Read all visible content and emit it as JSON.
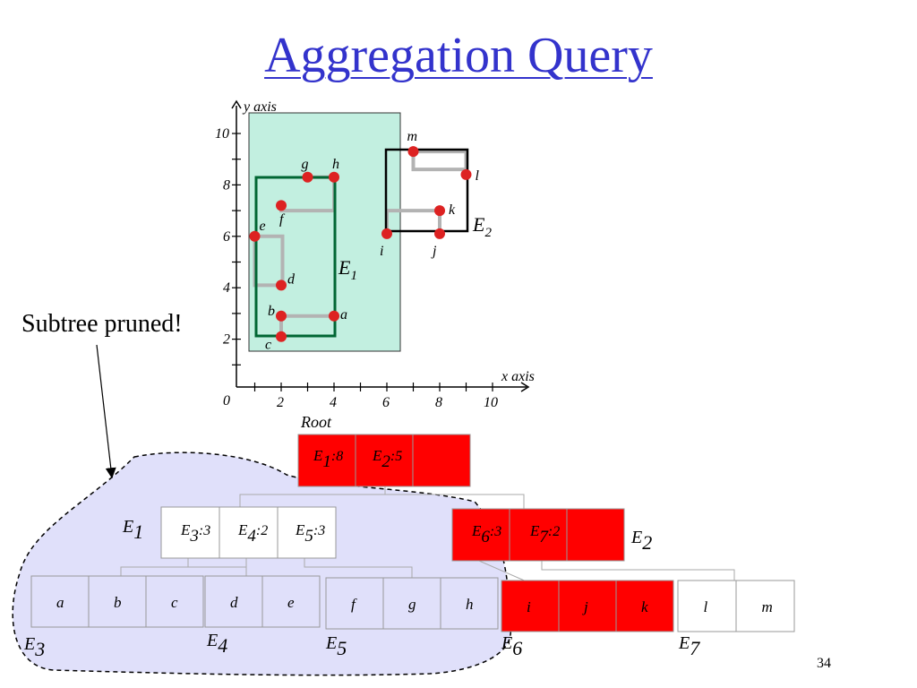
{
  "slide": {
    "title": "Aggregation Query",
    "annotation": "Subtree pruned!",
    "page_number": "34"
  },
  "plot": {
    "x_axis_label": "x axis",
    "y_axis_label": "y axis",
    "origin_label": "0",
    "x_ticks": [
      "2",
      "4",
      "6",
      "8",
      "10"
    ],
    "y_ticks": [
      "2",
      "4",
      "6",
      "8",
      "10"
    ],
    "query_region_color": "#c2efe0",
    "point_color": "#dd2222",
    "points": [
      {
        "label": "a",
        "x": 4.0,
        "y": 2.9
      },
      {
        "label": "b",
        "x": 2.0,
        "y": 2.9
      },
      {
        "label": "c",
        "x": 2.0,
        "y": 2.1
      },
      {
        "label": "d",
        "x": 2.0,
        "y": 4.1
      },
      {
        "label": "e",
        "x": 1.0,
        "y": 6.0
      },
      {
        "label": "f",
        "x": 2.0,
        "y": 7.2
      },
      {
        "label": "g",
        "x": 3.0,
        "y": 8.3
      },
      {
        "label": "h",
        "x": 4.0,
        "y": 8.3
      },
      {
        "label": "i",
        "x": 6.0,
        "y": 6.1
      },
      {
        "label": "j",
        "x": 8.0,
        "y": 6.1
      },
      {
        "label": "k",
        "x": 8.0,
        "y": 7.0
      },
      {
        "label": "l",
        "x": 9.0,
        "y": 8.4
      },
      {
        "label": "m",
        "x": 7.0,
        "y": 9.3
      }
    ],
    "mbr_labels": {
      "E1": "E",
      "E1_sub": "1",
      "E2": "E",
      "E2_sub": "2"
    }
  },
  "tree": {
    "root_label": "Root",
    "highlight_color": "#ff0000",
    "root_entries": [
      {
        "main": "E",
        "sub": "1",
        "count": ":8"
      },
      {
        "main": "E",
        "sub": "2",
        "count": ":5"
      }
    ],
    "node_e1": {
      "name": "E",
      "sub": "1",
      "entries": [
        {
          "main": "E",
          "sub": "3",
          "count": ":3"
        },
        {
          "main": "E",
          "sub": "4",
          "count": ":2"
        },
        {
          "main": "E",
          "sub": "5",
          "count": ":3"
        }
      ]
    },
    "node_e2": {
      "name": "E",
      "sub": "2",
      "entries": [
        {
          "main": "E",
          "sub": "6",
          "count": ":3"
        },
        {
          "main": "E",
          "sub": "7",
          "count": ":2"
        }
      ]
    },
    "leaves": {
      "e3": {
        "name": "E",
        "sub": "3",
        "items": [
          "a",
          "b",
          "c"
        ]
      },
      "e4": {
        "name": "E",
        "sub": "4",
        "items": [
          "d",
          "e"
        ]
      },
      "e5": {
        "name": "E",
        "sub": "5",
        "items": [
          "f",
          "g",
          "h"
        ]
      },
      "e6": {
        "name": "E",
        "sub": "6",
        "items": [
          "i",
          "j",
          "k"
        ]
      },
      "e7": {
        "name": "E",
        "sub": "7",
        "items": [
          "l",
          "m"
        ]
      }
    },
    "pruned_region_color": "#e0e0fa"
  }
}
